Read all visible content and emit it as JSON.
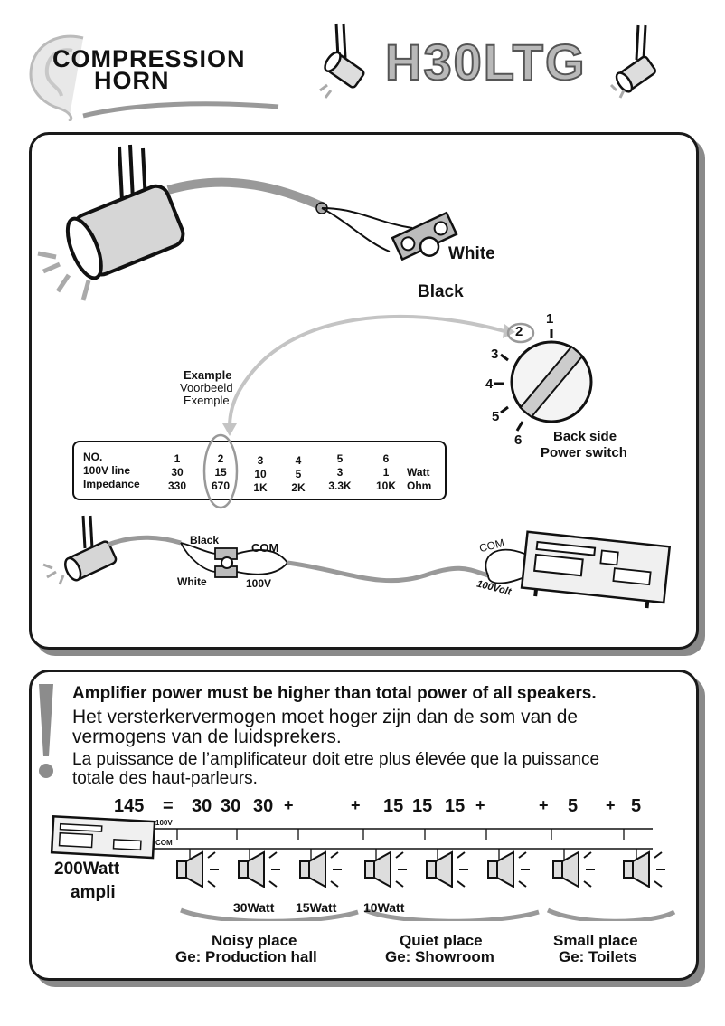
{
  "header": {
    "logo_line1": "COMPRESSION",
    "logo_line2": "HORN",
    "model": "H30LTG"
  },
  "wiring": {
    "white_label": "White",
    "black_label": "Black",
    "example_title": "Example",
    "example_nl": "Voorbeeld",
    "example_fr": "Exemple",
    "dial_numbers": [
      "1",
      "2",
      "3",
      "4",
      "5",
      "6"
    ],
    "back_side": "Back side",
    "power_switch": "Power switch"
  },
  "table": {
    "row_headers": [
      "NO.",
      "100V line",
      "Impedance"
    ],
    "columns": [
      {
        "no": "1",
        "watt": "30",
        "ohm": "330"
      },
      {
        "no": "2",
        "watt": "15",
        "ohm": "670"
      },
      {
        "no": "3",
        "watt": "10",
        "ohm": "1K"
      },
      {
        "no": "4",
        "watt": "5",
        "ohm": "2K"
      },
      {
        "no": "5",
        "watt": "3",
        "ohm": "3.3K"
      },
      {
        "no": "6",
        "watt": "1",
        "ohm": "10K"
      }
    ],
    "unit_watt": "Watt",
    "unit_ohm": "Ohm"
  },
  "connection": {
    "black": "Black",
    "white": "White",
    "com": "COM",
    "v100": "100V",
    "amp_com": "COM",
    "amp_100volt": "100Volt"
  },
  "warning": {
    "en": "Amplifier power must be higher than total power of all speakers.",
    "nl_1": "Het versterkervermogen moet hoger zijn dan de som van de",
    "nl_2": "vermogens van de luidsprekers.",
    "fr_1": "La puissance de l’amplificateur doit etre plus élevée que la puissance",
    "fr_2": "totale des haut-parleurs."
  },
  "sum": {
    "total": "145",
    "eq": "=",
    "w30a": "30",
    "w30b": "30",
    "w30c": "30",
    "w15a": "15",
    "w15b": "15",
    "w15c": "15",
    "w5a": "5",
    "w5b": "5",
    "plus": "+"
  },
  "ampli": {
    "label_1": "200Watt",
    "label_2": "ampli",
    "line_100v": "100V",
    "line_com": "COM"
  },
  "taps": {
    "t30": "30Watt",
    "t15": "15Watt",
    "t10": "10Watt"
  },
  "places": [
    {
      "name": "Noisy place",
      "example": "Ge: Production hall"
    },
    {
      "name": "Quiet place",
      "example": "Ge: Showroom"
    },
    {
      "name": "Small place",
      "example": "Ge: Toilets"
    }
  ],
  "colors": {
    "accent": "#8c8c8c",
    "outline": "#1a1a1a",
    "cable": "#9a9a9a"
  }
}
